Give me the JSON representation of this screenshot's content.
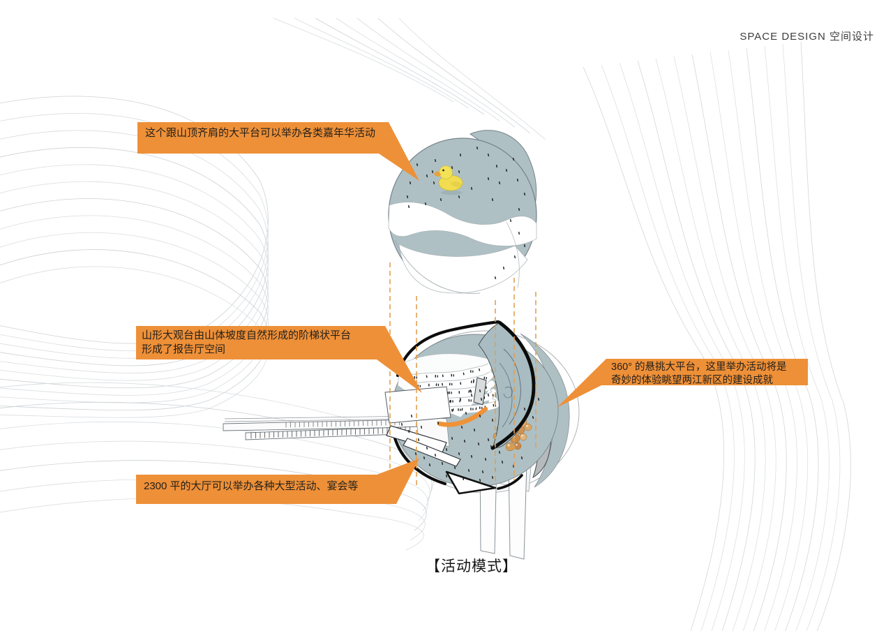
{
  "header": {
    "title": "SPACE DESIGN 空间设计"
  },
  "caption": {
    "text": "【活动模式】"
  },
  "callouts": {
    "top": {
      "text": "这个跟山顶齐肩的大平台可以举办各类嘉年华活动"
    },
    "observatory": {
      "line1": "山形大观台由山体坡度自然形成的阶梯状平台",
      "line2": "形成了报告厅空间"
    },
    "cantilever": {
      "line1": "360° 的悬挑大平台，这里举办活动将是",
      "line2": "奇妙的体验眺望两江新区的建设成就"
    },
    "hall": {
      "text": "2300 平的大厅可以举办各种大型活动、宴会等"
    }
  },
  "diagram": {
    "icons": {
      "duck": "rubber-duck-icon",
      "balloons": "balloon-cluster-icon"
    }
  },
  "colors": {
    "accent_orange": "#EE9038",
    "dashed_orange": "#E2A050",
    "deck": "#AEC0C4",
    "contours": "#D7DBDE",
    "ink": "#1A1A1A"
  }
}
